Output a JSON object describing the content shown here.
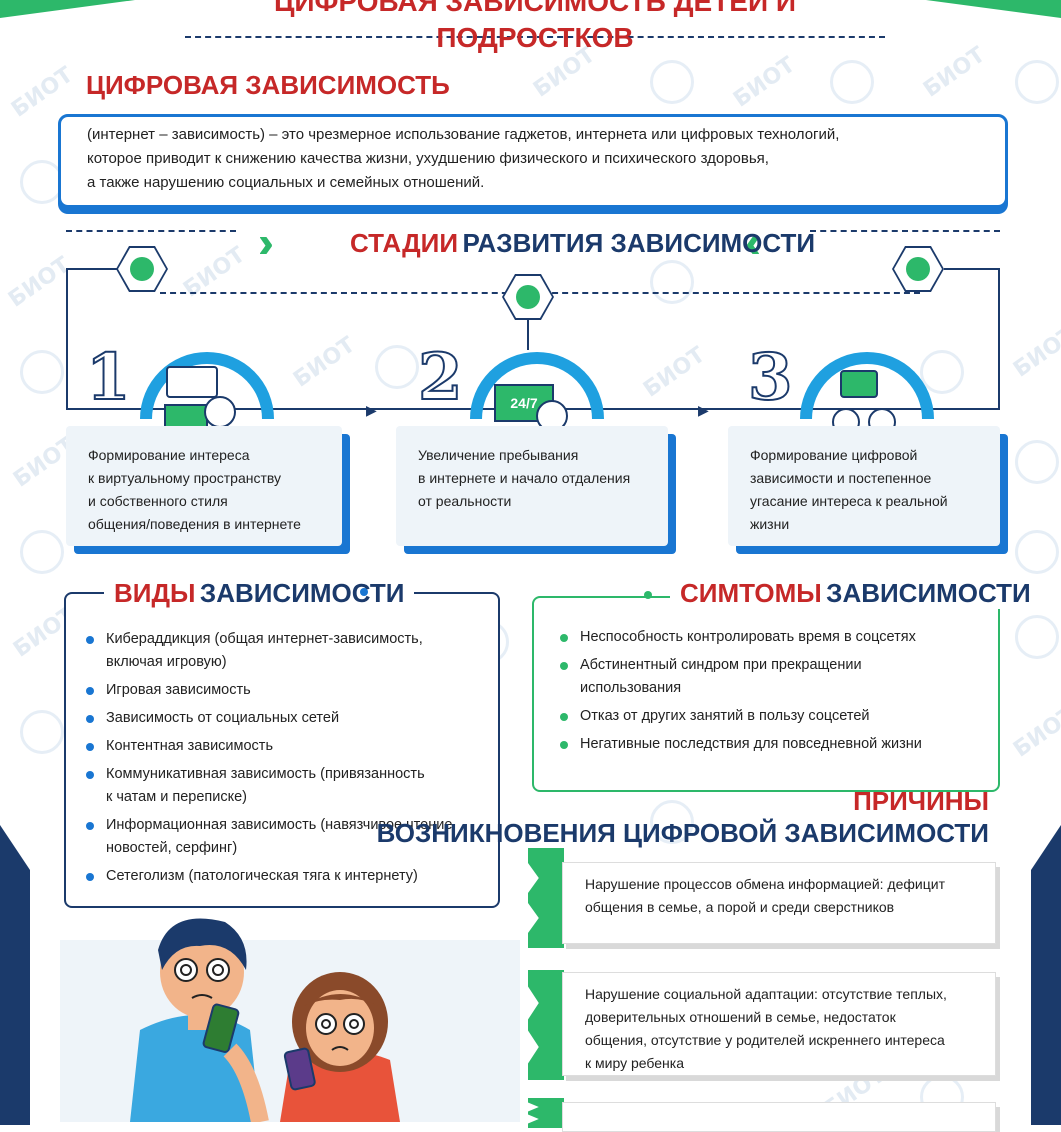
{
  "header": {
    "title": "ЦИФРОВАЯ ЗАВИСИМОСТЬ ДЕТЕЙ И ПОДРОСТКОВ"
  },
  "definition": {
    "title": "ЦИФРОВАЯ ЗАВИСИМОСТЬ",
    "line1": "(интернет – зависимость) – это чрезмерное использование гаджетов, интернета или цифровых технологий,",
    "line2": "которое приводит к снижению качества жизни, ухудшению физического и психического здоровья,",
    "line3": "а также нарушению социальных и семейных отношений."
  },
  "stages": {
    "title_red": "СТАДИИ",
    "title_blue": "РАЗВИТИЯ ЗАВИСИМОСТИ",
    "items": [
      {
        "num": "1",
        "icon": "chat-computer-person-icon",
        "text1": "Формирование интереса",
        "text2": "к виртуальному пространству",
        "text3": "и собственного стиля",
        "text4": "общения/поведения в интернете"
      },
      {
        "num": "2",
        "icon": "24-7-monitor-person-icon",
        "badge": "24/7",
        "text1": "Увеличение пребывания",
        "text2": "в интернете и начало отдаления",
        "text3": "от реальности",
        "text4": ""
      },
      {
        "num": "3",
        "icon": "two-people-thinking-icon",
        "text1": "Формирование цифровой",
        "text2": "зависимости и постепенное",
        "text3": "угасание интереса к реальной",
        "text4": "жизни"
      }
    ]
  },
  "types": {
    "title_red": "ВИДЫ",
    "title_blue": "ЗАВИСИМОСТИ",
    "items": [
      "Кибераддикция (общая интернет-зависимость,",
      "включая игровую)",
      "Игровая зависимость",
      "Зависимость от социальных сетей",
      "Контентная зависимость",
      "Коммуникативная зависимость (привязанность",
      "к чатам и переписке)",
      "Информационная зависимость (навязчивое чтение",
      "новостей, серфинг)",
      "Сетеголизм (патологическая тяга к интернету)"
    ]
  },
  "symptoms": {
    "title_red": "СИМТОМЫ",
    "title_blue": "ЗАВИСИМОСТИ",
    "items": [
      "Неспособность контролировать время в соцсетях",
      "Абстинентный синдром при прекращении",
      "использования",
      "Отказ от других занятий в пользу соцсетей",
      "Негативные последствия для повседневной жизни"
    ]
  },
  "causes": {
    "title_red": "ПРИЧИНЫ",
    "title_blue": "ВОЗНИКНОВЕНИЯ ЦИФРОВОЙ ЗАВИСИМОСТИ",
    "items": [
      {
        "l1": "Нарушение процессов обмена информацией: дефицит",
        "l2": "общения в семье, а порой и среди сверстников",
        "l3": "",
        "l4": ""
      },
      {
        "l1": "Нарушение социальной адаптации: отсутствие теплых,",
        "l2": "доверительных отношений в семье, недостаток",
        "l3": "общения, отсутствие у родителей искреннего интереса",
        "l4": "к миру ребенка"
      }
    ]
  },
  "watermark": {
    "text": "БИОТ"
  },
  "colors": {
    "red": "#c62828",
    "navy": "#1b3a6b",
    "blue": "#1976d2",
    "green": "#2db86a",
    "cyan": "#1fa0e0"
  }
}
